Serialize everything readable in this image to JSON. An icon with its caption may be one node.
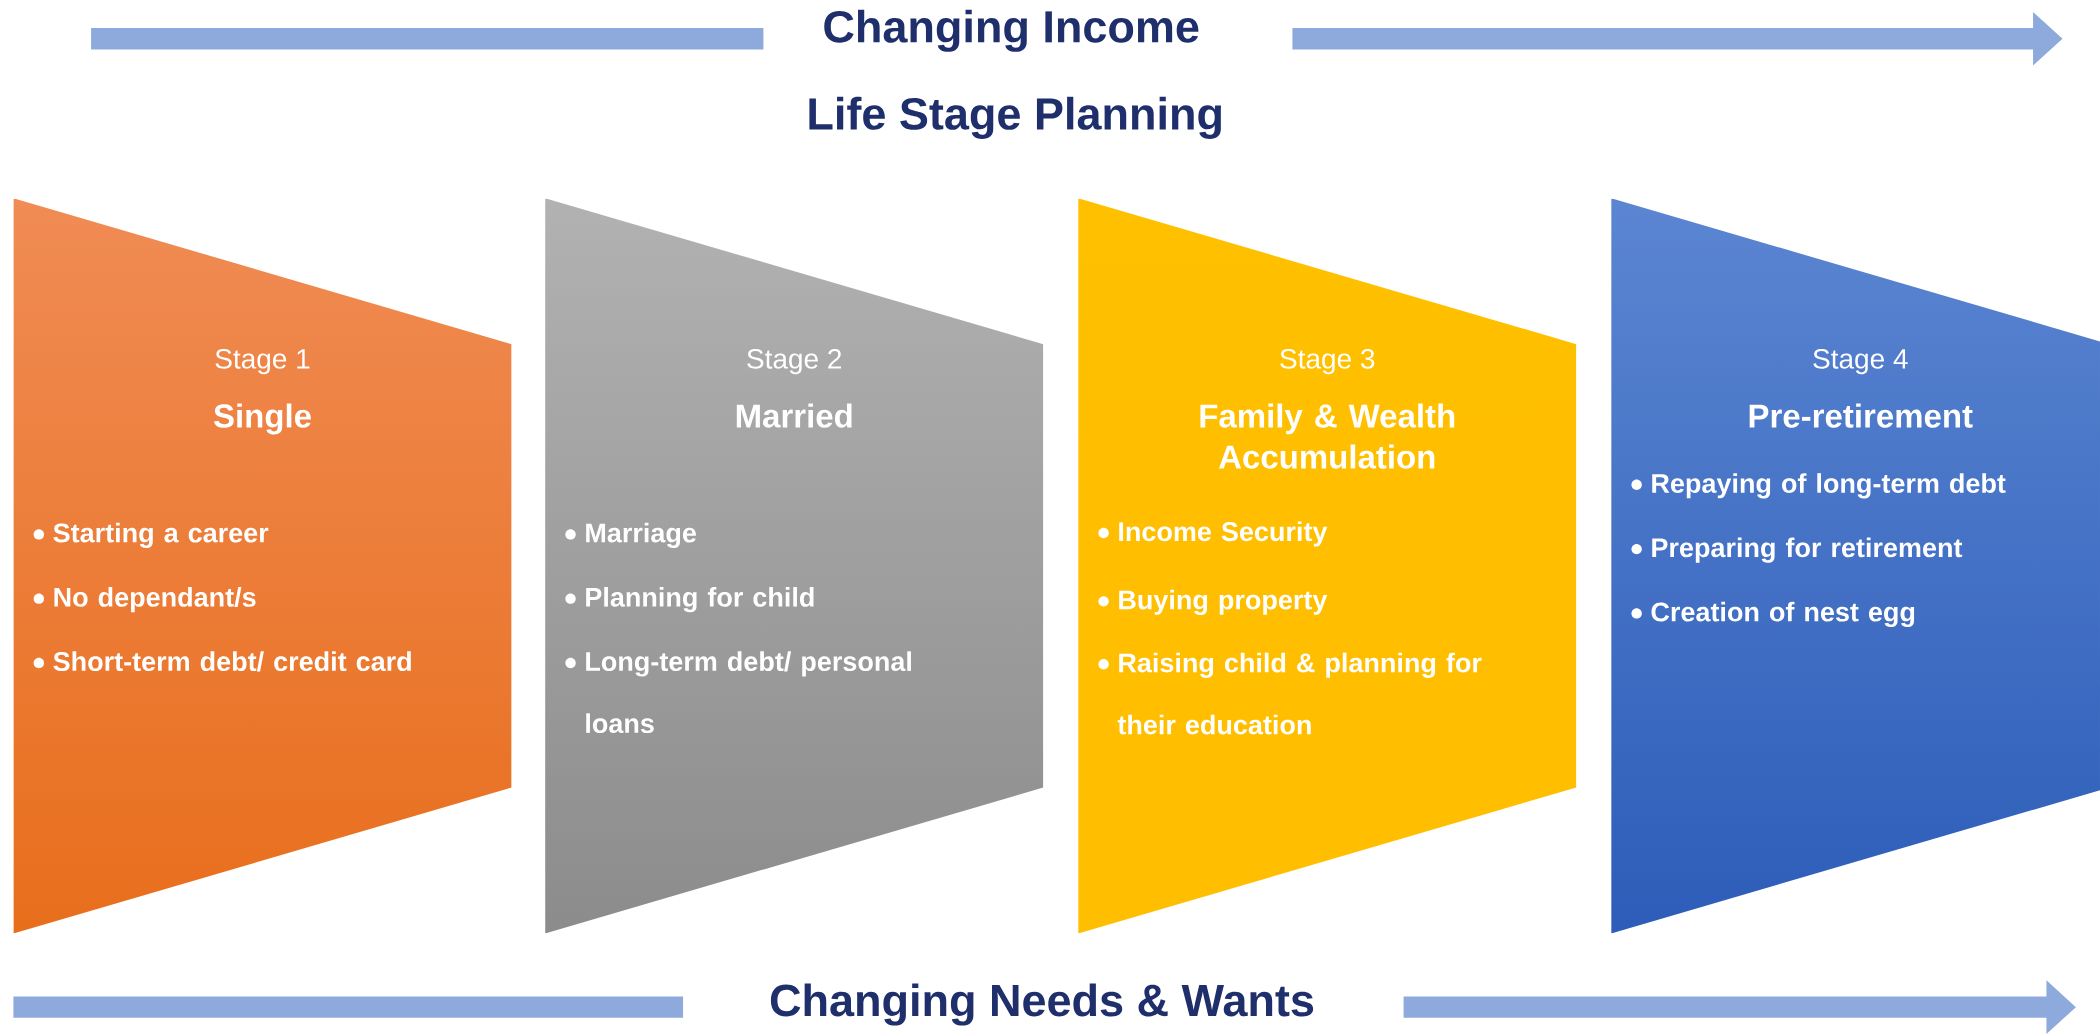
{
  "diagram": {
    "title": "Life Stage Planning",
    "nodes": [
      {
        "text": [
          "Stage 1",
          "Single",
          "Starting a career",
          "No dependant/s",
          "Short-term debt/ credit card"
        ]
      },
      {
        "text": [
          "Stage 2",
          "Married",
          "Marriage",
          "Planning for child",
          "Long-term debt/ personal loans"
        ]
      },
      {
        "text": [
          "Stage 3",
          "Family & Wealth Accumulation",
          "Income Security",
          "Buying property",
          "Raising child & planning for their education"
        ]
      },
      {
        "text": [
          "Stage 4",
          "Pre-retirement",
          "Repaying of long-term debt",
          "Preparing for retirement",
          "Creation of nest egg"
        ]
      }
    ],
    "labels": [
      "Changing Income",
      "Changing Needs & Wants"
    ]
  }
}
